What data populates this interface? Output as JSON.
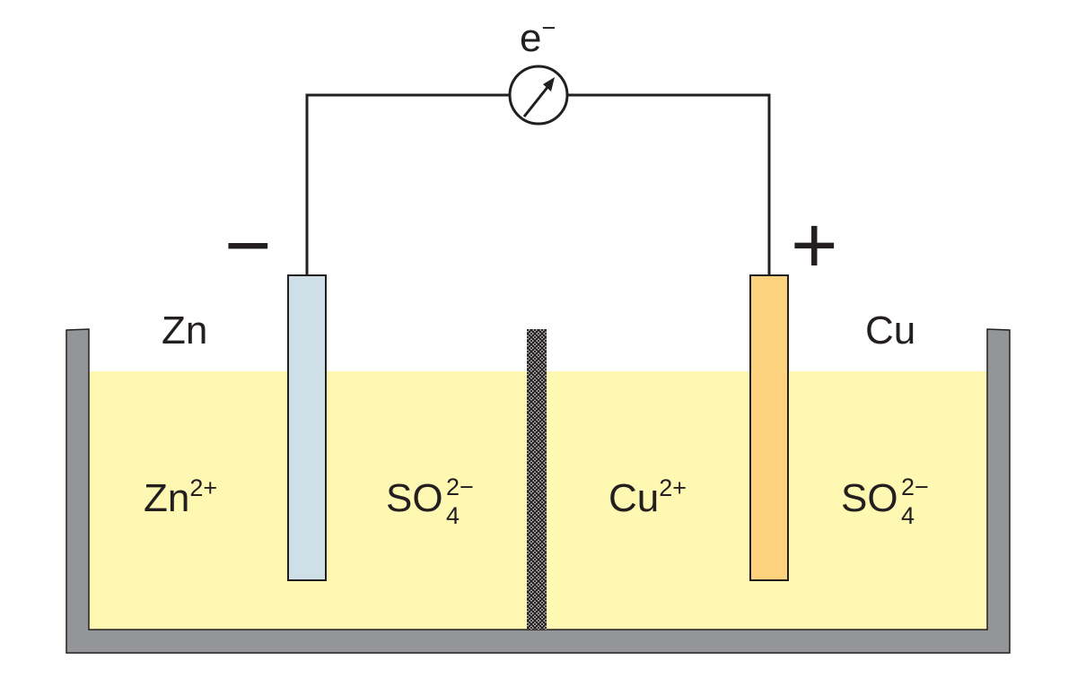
{
  "electron_label": {
    "base": "e",
    "charge": "−"
  },
  "anode": {
    "polarity": "−",
    "element": "Zn",
    "color": "#cfdfe8"
  },
  "cathode": {
    "polarity": "+",
    "element": "Cu",
    "color": "#fdd27f"
  },
  "ions": {
    "zinc_ion": {
      "base": "Zn",
      "charge": "2+"
    },
    "sulfate_left": {
      "base": "SO",
      "sub": "4",
      "charge": "2−"
    },
    "copper_ion": {
      "base": "Cu",
      "charge": "2+"
    },
    "sulfate_right": {
      "base": "SO",
      "sub": "4",
      "charge": "2−"
    }
  },
  "colors": {
    "solution": "#fef8b2",
    "container": "#939598",
    "wire": "#231f20"
  }
}
